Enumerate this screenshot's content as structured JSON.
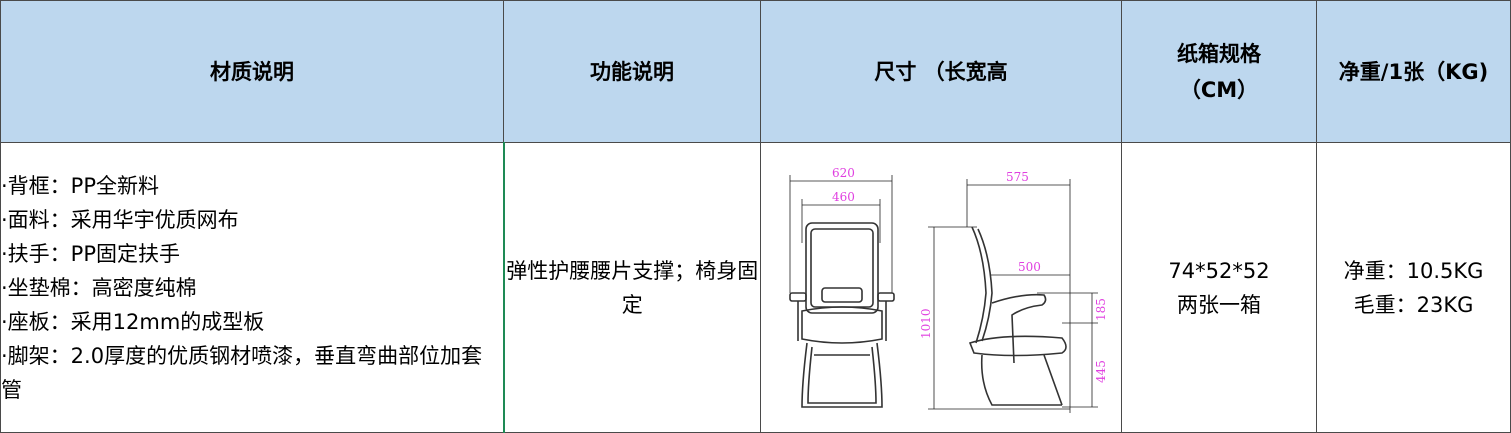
{
  "headers": {
    "material": "材质说明",
    "function": "功能说明",
    "size": "尺寸  （长宽高",
    "carton_line1": "纸箱规格",
    "carton_line2": "（CM）",
    "weight": "净重/1张（KG)"
  },
  "row": {
    "material_lines": [
      "·背框：PP全新料",
      "·面料：采用华宇优质网布",
      "·扶手：PP固定扶手",
      "·坐垫棉：高密度纯棉",
      "·座板：采用12mm的成型板",
      "·脚架：2.0厚度的优质钢材喷漆，垂直弯曲部位加套管"
    ],
    "function_text": "弹性护腰腰片支撑；椅身固定",
    "carton_line1": "74*52*52",
    "carton_line2": "两张一箱",
    "weight_net": "净重：10.5KG",
    "weight_gross": "毛重：23KG"
  },
  "dimensions": {
    "front_width": "620",
    "back_width": "460",
    "height": "1010",
    "depth": "575",
    "seat_depth": "500",
    "arm_height": "185",
    "seat_height": "445"
  },
  "colors": {
    "header_bg": "#bdd7ee",
    "dimension_text": "#e040e0",
    "material_border": "#1e8a55"
  }
}
